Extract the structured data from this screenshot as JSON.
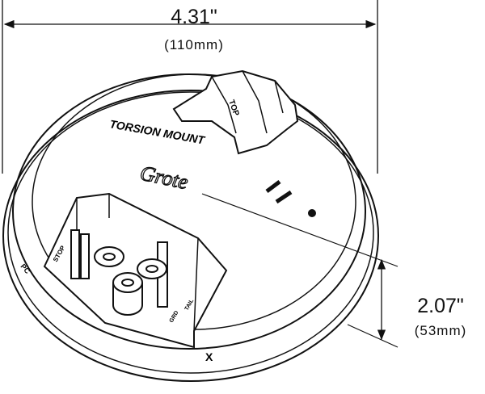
{
  "dimensions": {
    "width_in": "4.31\"",
    "width_mm": "(110mm)",
    "depth_in": "2.07\"",
    "depth_mm": "(53mm)"
  },
  "product_markings": {
    "model_text": "TORSION MOUNT",
    "model_numeral": "II",
    "orientation_text": "TOP",
    "brand_logo": "Grote",
    "terminal_labels": [
      "PC",
      "STOP",
      "TAIL",
      "GRD"
    ],
    "mark_x": "X"
  },
  "colors": {
    "line": "#111111",
    "background": "#ffffff"
  }
}
